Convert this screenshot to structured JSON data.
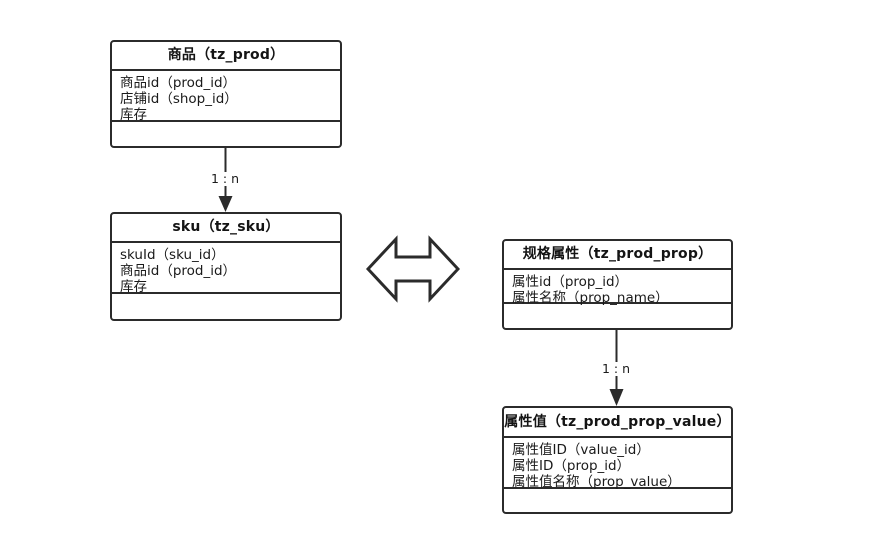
{
  "diagram": {
    "type": "er-class-diagram",
    "background_color": "#ffffff",
    "line_color": "#2b2b2b",
    "text_color": "#1a1a1a",
    "entities": [
      {
        "id": "tz_prod",
        "title": "商品（tz_prod）",
        "fields": [
          "商品id（prod_id）",
          "店铺id（shop_id）",
          "库存"
        ],
        "methods": []
      },
      {
        "id": "tz_sku",
        "title": "sku（tz_sku）",
        "fields": [
          "skuId（sku_id）",
          "商品id（prod_id）",
          "库存"
        ],
        "methods": []
      },
      {
        "id": "tz_prod_prop",
        "title": "规格属性（tz_prod_prop）",
        "fields": [
          "属性id（prop_id）",
          "属性名称（prop_name）"
        ],
        "methods": []
      },
      {
        "id": "tz_prod_prop_value",
        "title": "属性值（tz_prod_prop_value）",
        "fields": [
          "属性值ID（value_id）",
          "属性ID（prop_id）",
          "属性值名称（prop_value）"
        ],
        "methods": []
      }
    ],
    "connectors": [
      {
        "id": "prod-to-sku",
        "from": "tz_prod",
        "to": "tz_sku",
        "label": "1 : n",
        "arrow": "filled-triangle-down"
      },
      {
        "id": "prop-to-prop-value",
        "from": "tz_prod_prop",
        "to": "tz_prod_prop_value",
        "label": "1 : n",
        "arrow": "filled-triangle-down"
      }
    ],
    "symbols": [
      {
        "id": "bidirectional-arrow",
        "name": "double-headed-arrow-icon",
        "description": "left-right double arrow outline between sku and 规格属性"
      }
    ]
  }
}
